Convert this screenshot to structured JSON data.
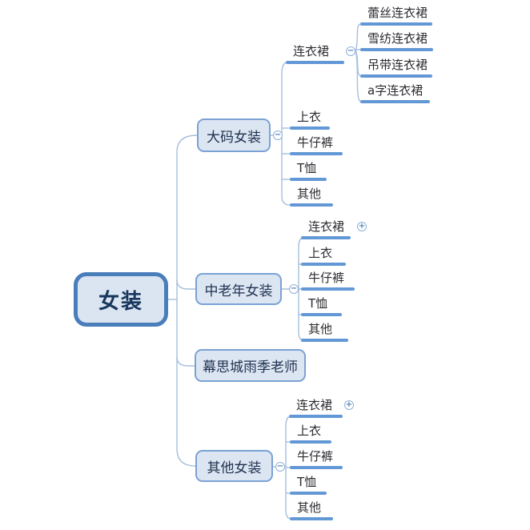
{
  "root": {
    "label": "女装"
  },
  "branches": [
    {
      "label": "大码女装",
      "collapse_state": "collapsible",
      "children": [
        {
          "label": "连衣裙",
          "collapse_state": "collapsible",
          "children": [
            {
              "label": "蕾丝连衣裙"
            },
            {
              "label": "雪纺连衣裙"
            },
            {
              "label": "吊带连衣裙"
            },
            {
              "label": "a字连衣裙"
            }
          ]
        },
        {
          "label": "上衣"
        },
        {
          "label": "牛仔裤"
        },
        {
          "label": "T恤"
        },
        {
          "label": "其他"
        }
      ]
    },
    {
      "label": "中老年女装",
      "collapse_state": "collapsible",
      "children": [
        {
          "label": "连衣裙",
          "collapse_state": "expandable"
        },
        {
          "label": "上衣"
        },
        {
          "label": "牛仔裤"
        },
        {
          "label": "T恤"
        },
        {
          "label": "其他"
        }
      ]
    },
    {
      "label": "幕思城雨季老师"
    },
    {
      "label": "其他女装",
      "collapse_state": "collapsible",
      "children": [
        {
          "label": "连衣裙",
          "collapse_state": "expandable"
        },
        {
          "label": "上衣"
        },
        {
          "label": "牛仔裤"
        },
        {
          "label": "T恤"
        },
        {
          "label": "其他"
        }
      ]
    }
  ],
  "icons": {
    "collapse_glyph": "−",
    "expand_glyph": "+"
  },
  "colors": {
    "root_border": "#4a7ebb",
    "root_fill": "#dbe5f1",
    "branch_border": "#7aa2d4",
    "branch_fill": "#dce6f2",
    "topic_underline": "#6398d6",
    "connector": "#a6bedc",
    "text_dark": "#16365c"
  }
}
